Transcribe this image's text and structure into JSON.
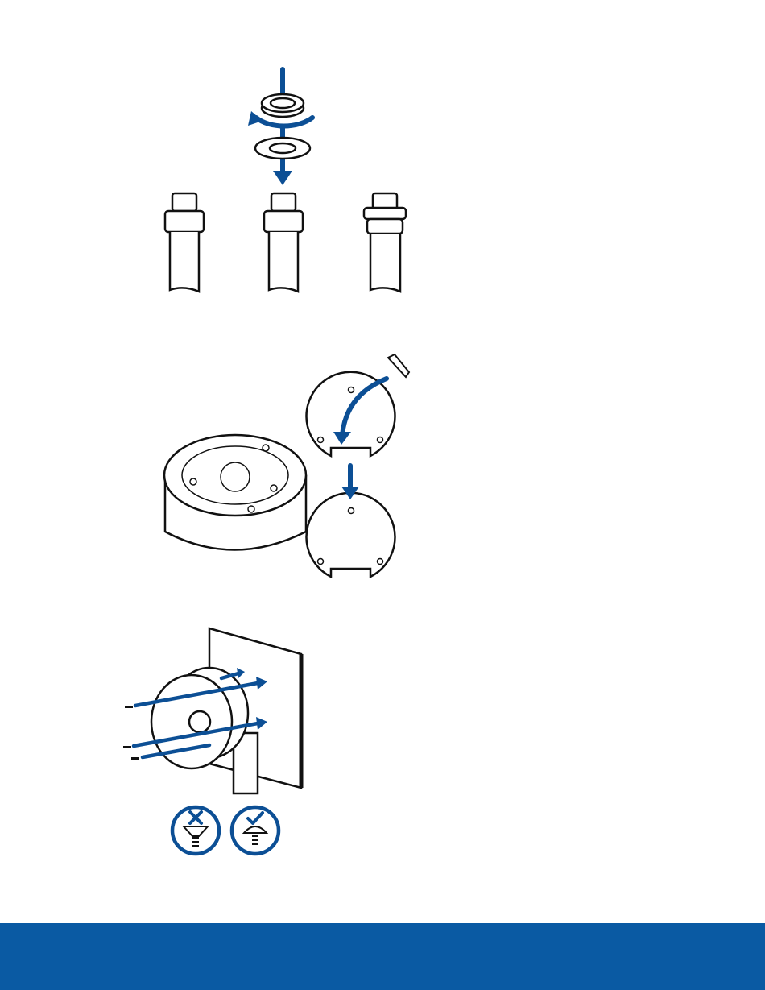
{
  "colors": {
    "accent": "#0a5aa3",
    "arrow": "#0c4f95",
    "line": "#111111",
    "footer": "#0a5aa3",
    "background": "#ffffff"
  },
  "illustrations": [
    {
      "id": "fittings",
      "icons": [
        "lock-nut-icon",
        "gasket-icon",
        "conduit-fitting-icon"
      ]
    },
    {
      "id": "backbox",
      "icons": [
        "pencil-icon",
        "mounting-template-icon",
        "backbox-icon"
      ]
    },
    {
      "id": "wall",
      "icons": [
        "wall-icon",
        "screw-icon",
        "countersunk-screw-wrong-icon",
        "pan-head-screw-correct-icon"
      ]
    }
  ]
}
